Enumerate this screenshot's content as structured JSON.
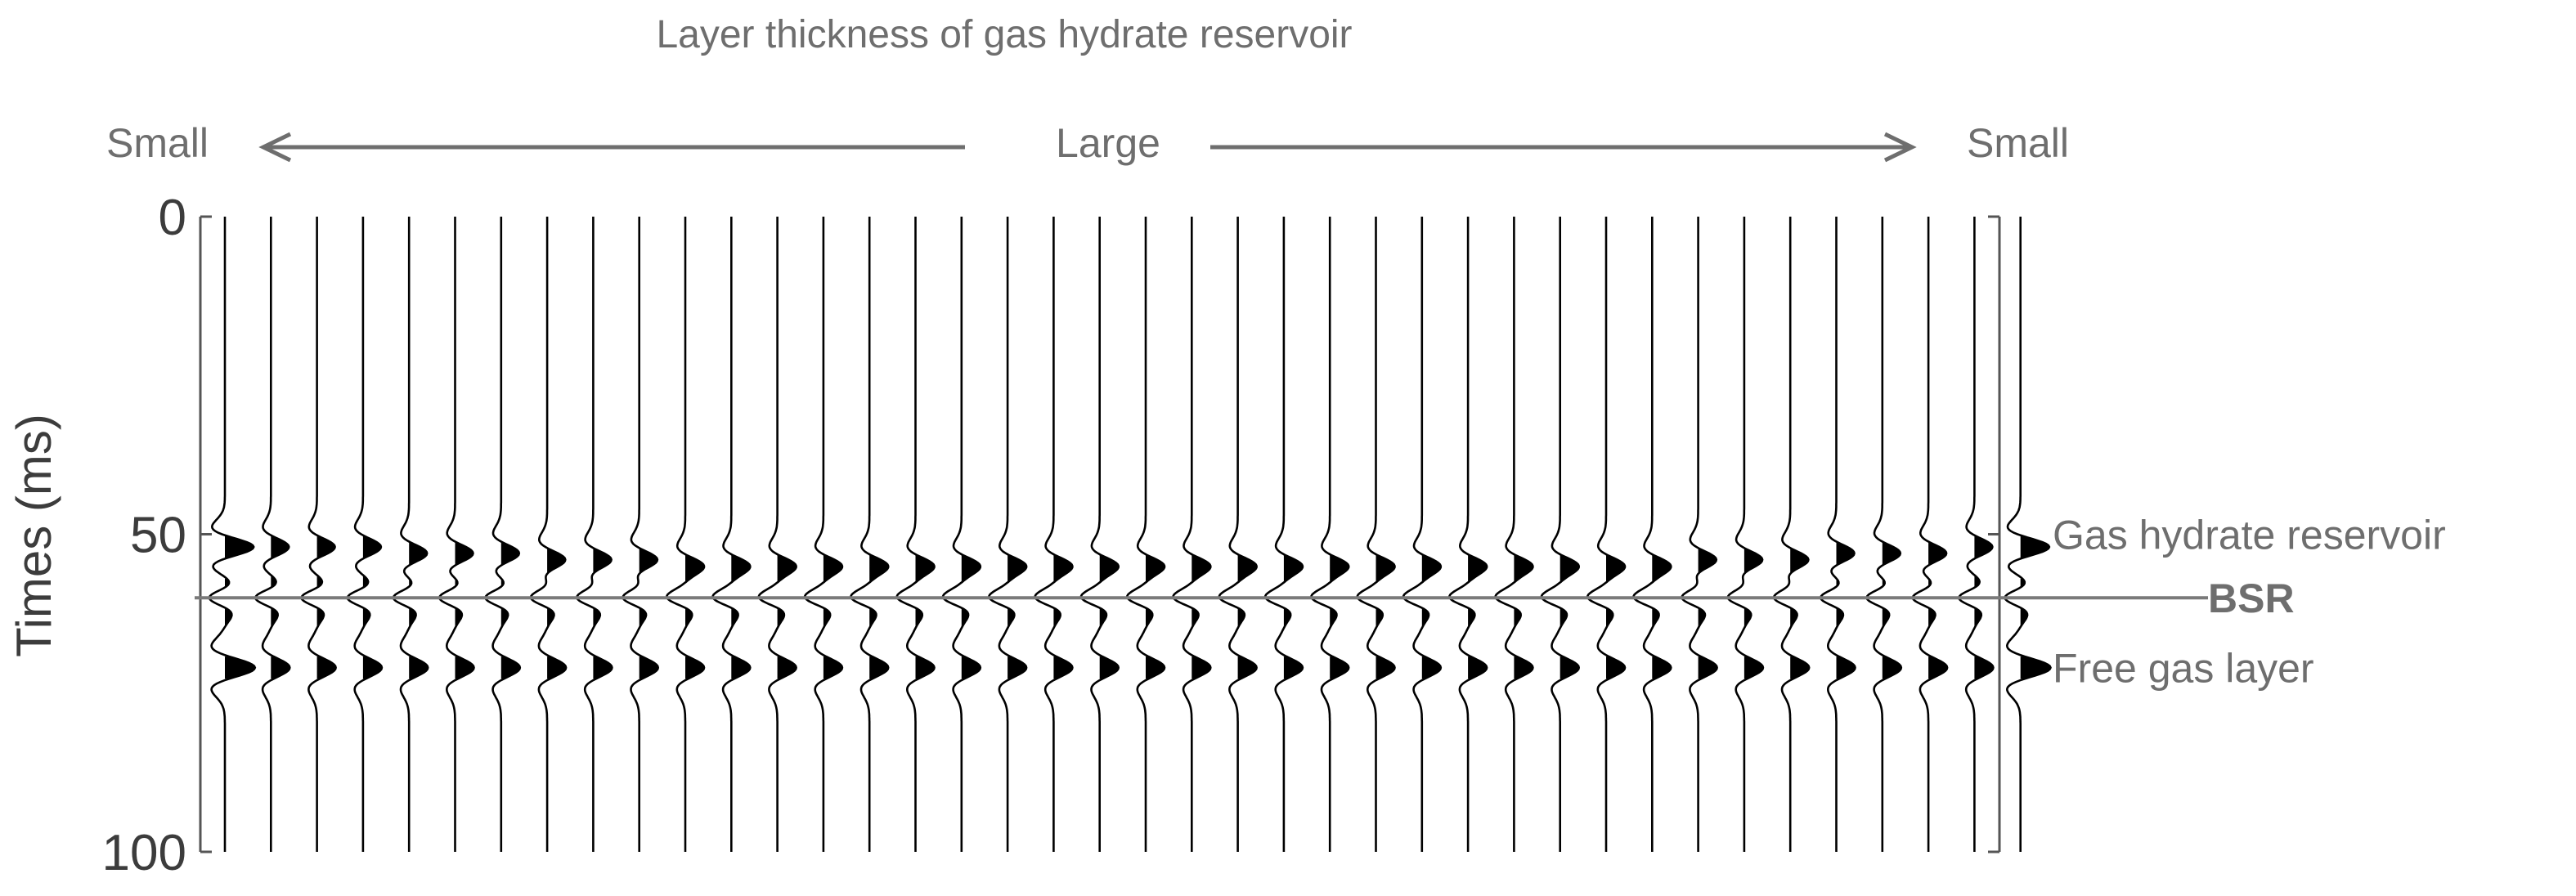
{
  "chart_data": {
    "type": "line",
    "title": "Layer thickness of gas hydrate reservoir",
    "direction_labels": {
      "left": "Small",
      "center": "Large",
      "right": "Small"
    },
    "ylabel": "Times (ms)",
    "xlabel": "",
    "ylim": [
      0,
      100
    ],
    "y_inverted": true,
    "y_ticks": [
      "0",
      "50",
      "100"
    ],
    "grid": false,
    "trace_count": 40,
    "bsr_time_ms": 60,
    "hydrate_reflection_time_ms": [
      52,
      52,
      52,
      52,
      53,
      53,
      53,
      54,
      54,
      54,
      55,
      55,
      55,
      55,
      55,
      55,
      55,
      55,
      55,
      55,
      55,
      55,
      55,
      55,
      55,
      55,
      55,
      55,
      55,
      55,
      55,
      55,
      54,
      54,
      54,
      53,
      53,
      53,
      52,
      52
    ],
    "free_gas_reflection_time_ms": 71,
    "annotations": [
      {
        "text": "Gas hydrate reservoir",
        "y": 50
      },
      {
        "text": "BSR",
        "y": 60
      },
      {
        "text": "Free gas layer",
        "y": 71
      }
    ]
  }
}
